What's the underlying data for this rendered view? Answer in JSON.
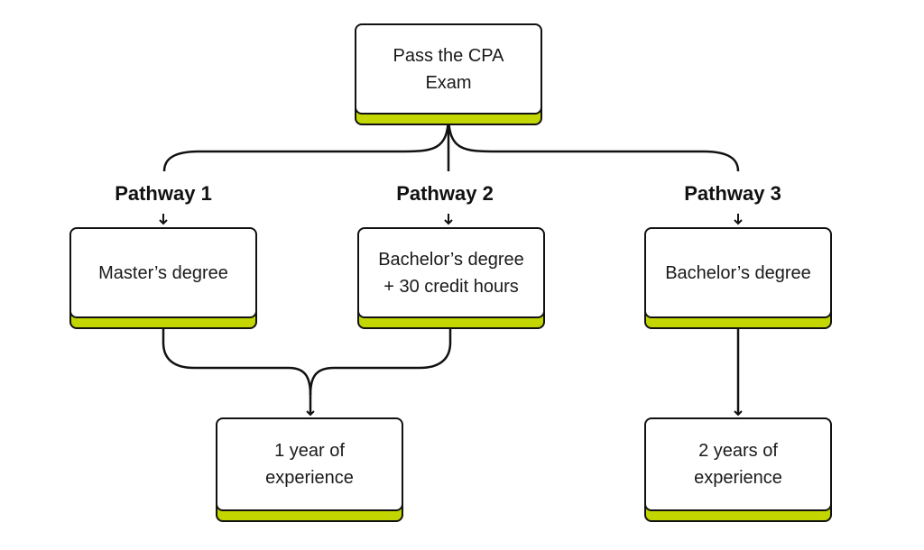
{
  "diagram": {
    "root": {
      "label": "Pass the CPA\nExam"
    },
    "pathways": [
      {
        "title": "Pathway 1",
        "requirement": "Master’s degree"
      },
      {
        "title": "Pathway 2",
        "requirement": "Bachelor’s degree\n+ 30 credit hours"
      },
      {
        "title": "Pathway 3",
        "requirement": "Bachelor’s degree"
      }
    ],
    "outcomes": [
      {
        "label": "1 year of\nexperience"
      },
      {
        "label": "2 years of\nexperience"
      }
    ],
    "colors": {
      "accent": "#c4d600",
      "line": "#111111",
      "box_fill": "#ffffff"
    }
  }
}
